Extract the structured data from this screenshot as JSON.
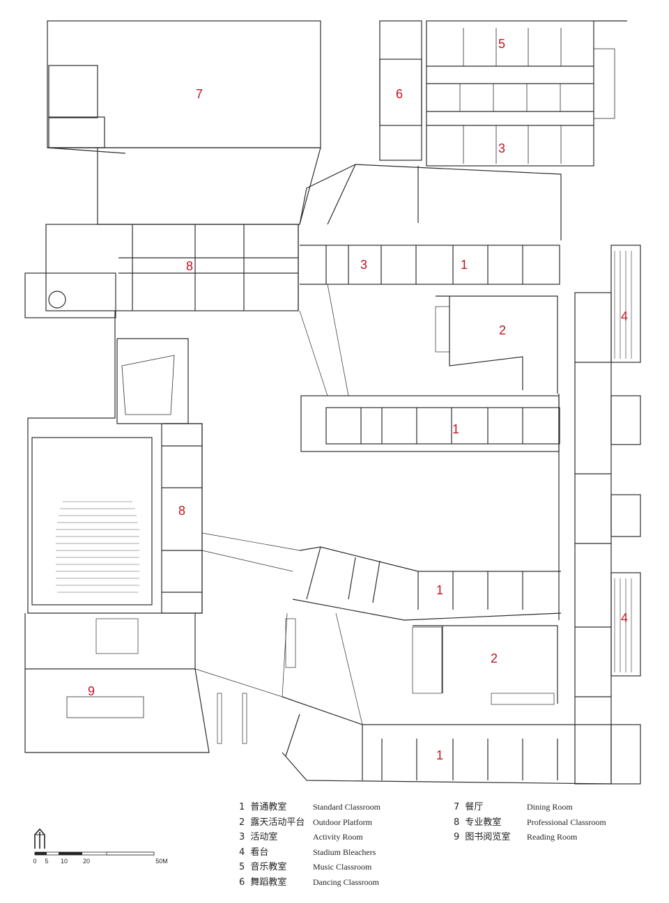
{
  "zone_labels": {
    "z7": "7",
    "z6": "6",
    "z5": "5",
    "z3a": "3",
    "z3b": "3",
    "z8a": "8",
    "z8b": "8",
    "z1a": "1",
    "z1b": "1",
    "z1c": "1",
    "z1d": "1",
    "z2a": "2",
    "z2b": "2",
    "z4a": "4",
    "z4b": "4",
    "z9": "9"
  },
  "legend_left": [
    {
      "num": "1",
      "zh": "普通教室",
      "en": "Standard Classroom"
    },
    {
      "num": "2",
      "zh": "露天活动平台",
      "en": "Outdoor Platform"
    },
    {
      "num": "3",
      "zh": "活动室",
      "en": "Activity Room"
    },
    {
      "num": "4",
      "zh": "看台",
      "en": "Stadium Bleachers"
    },
    {
      "num": "5",
      "zh": "音乐教室",
      "en": "Music Classroom"
    },
    {
      "num": "6",
      "zh": "舞蹈教室",
      "en": "Dancing Classroom"
    }
  ],
  "legend_right": [
    {
      "num": "7",
      "zh": "餐厅",
      "en": "Dining Room"
    },
    {
      "num": "8",
      "zh": "专业教室",
      "en": "Professional Classroom"
    },
    {
      "num": "9",
      "zh": "图书阅览室",
      "en": "Reading Room"
    }
  ],
  "scale": {
    "t0": "0",
    "t5": "5",
    "t10": "10",
    "t20": "20",
    "t50": "50M"
  },
  "colors": {
    "line": "#2b2b2b",
    "label": "#c4121f"
  }
}
